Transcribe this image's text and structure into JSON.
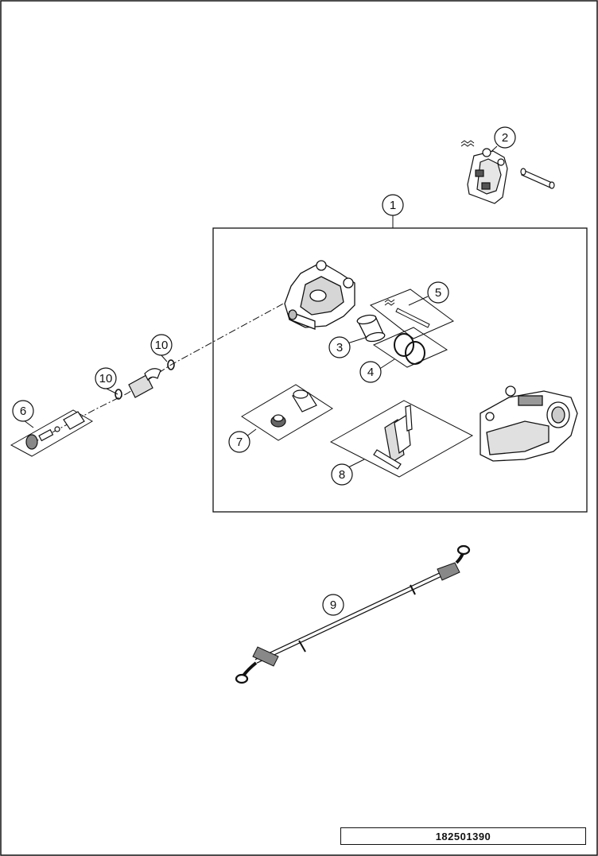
{
  "diagram": {
    "type": "exploded-parts-view",
    "reference_number": "182501390",
    "callouts": [
      {
        "id": "c1",
        "label": "1"
      },
      {
        "id": "c2",
        "label": "2"
      },
      {
        "id": "c3",
        "label": "3"
      },
      {
        "id": "c4",
        "label": "4"
      },
      {
        "id": "c5",
        "label": "5"
      },
      {
        "id": "c6",
        "label": "6"
      },
      {
        "id": "c7",
        "label": "7"
      },
      {
        "id": "c8",
        "label": "8"
      },
      {
        "id": "c9",
        "label": "9"
      },
      {
        "id": "c10a",
        "label": "10"
      },
      {
        "id": "c10b",
        "label": "10"
      }
    ]
  }
}
